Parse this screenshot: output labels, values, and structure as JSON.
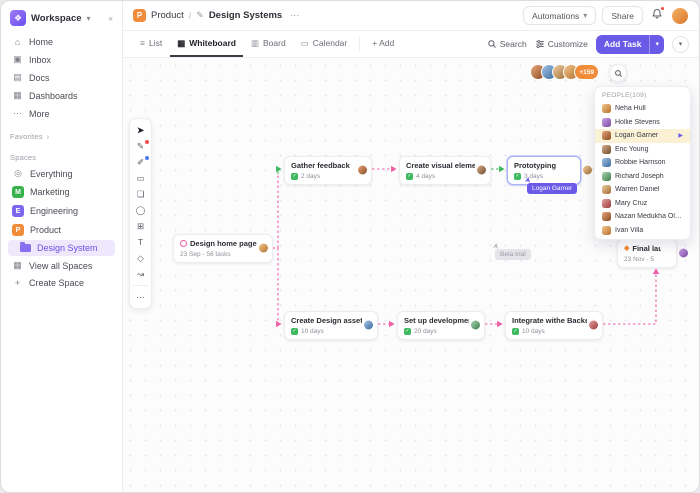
{
  "colors": {
    "accent": "#6a5ae8",
    "pink": "#ee5fa7",
    "green": "#3fb95f",
    "orange": "#f08c3a",
    "design_system_highlight": "#eee8fc"
  },
  "sidebar": {
    "workspace_label": "Workspace",
    "nav": [
      {
        "icon": "⌂",
        "label": "Home"
      },
      {
        "icon": "▣",
        "label": "Inbox"
      },
      {
        "icon": "▤",
        "label": "Docs"
      },
      {
        "icon": "▦",
        "label": "Dashboards"
      },
      {
        "icon": "⋯",
        "label": "More"
      }
    ],
    "favorites_label": "Favorites",
    "spaces_label": "Spaces",
    "spaces": [
      {
        "icon": "◎",
        "label": "Everything"
      },
      {
        "letter": "M",
        "label": "Marketing"
      },
      {
        "letter": "E",
        "label": "Engineering"
      },
      {
        "letter": "P",
        "label": "Product"
      }
    ],
    "design_system_label": "Design System",
    "view_all_label": "View all Spaces",
    "create_space_label": "Create Space"
  },
  "header": {
    "breadcrumb": {
      "space_letter": "P",
      "space": "Product",
      "separator": "/",
      "page": "Design Systems",
      "more": "⋯"
    },
    "automations_label": "Automations",
    "share_label": "Share"
  },
  "toolbar": {
    "tabs": [
      {
        "icon": "≡",
        "label": "List"
      },
      {
        "icon": "▦",
        "label": "Whiteboard"
      },
      {
        "icon": "▥",
        "label": "Board"
      },
      {
        "icon": "▭",
        "label": "Calendar"
      }
    ],
    "add_label": "+ Add",
    "search_label": "Search",
    "customize_label": "Customize",
    "add_task_label": "Add Task"
  },
  "canvas": {
    "presence_overflow": "+159",
    "tools": [
      "➤",
      "✎",
      "✐",
      "▭",
      "❏",
      "◯",
      "⊞",
      "T",
      "◇",
      "↝",
      "⋯"
    ],
    "nodes": [
      {
        "title": "Design home page layout",
        "subtitle": "23 Sep - 56 tasks"
      },
      {
        "title": "Gather feedback",
        "subtitle": "2 days"
      },
      {
        "title": "Create visual elements",
        "subtitle": "4 days"
      },
      {
        "title": "Prototyping",
        "subtitle": "3 days"
      },
      {
        "title": "Final launch",
        "subtitle": "23 Nov - 5"
      },
      {
        "title": "Create Design assets",
        "subtitle": "10 days"
      },
      {
        "title": "Set up development",
        "subtitle": "20 days"
      },
      {
        "title": "Integrate withe Backend",
        "subtitle": "10 days"
      }
    ],
    "cursor_label": "Logan Garner",
    "ghost_cursor_label": "Beta trial"
  },
  "people_panel": {
    "title": "PEOPLE(109)",
    "people": [
      {
        "name": "Neha Hull"
      },
      {
        "name": "Hollie Stevens"
      },
      {
        "name": "Logan Garner"
      },
      {
        "name": "Eric Young"
      },
      {
        "name": "Robbie Harrison"
      },
      {
        "name": "Richard Joseph"
      },
      {
        "name": "Warren Daniel"
      },
      {
        "name": "Mary Cruz"
      },
      {
        "name": "Nazari Medukha Oleg..."
      },
      {
        "name": "Ivan Villa"
      }
    ]
  }
}
